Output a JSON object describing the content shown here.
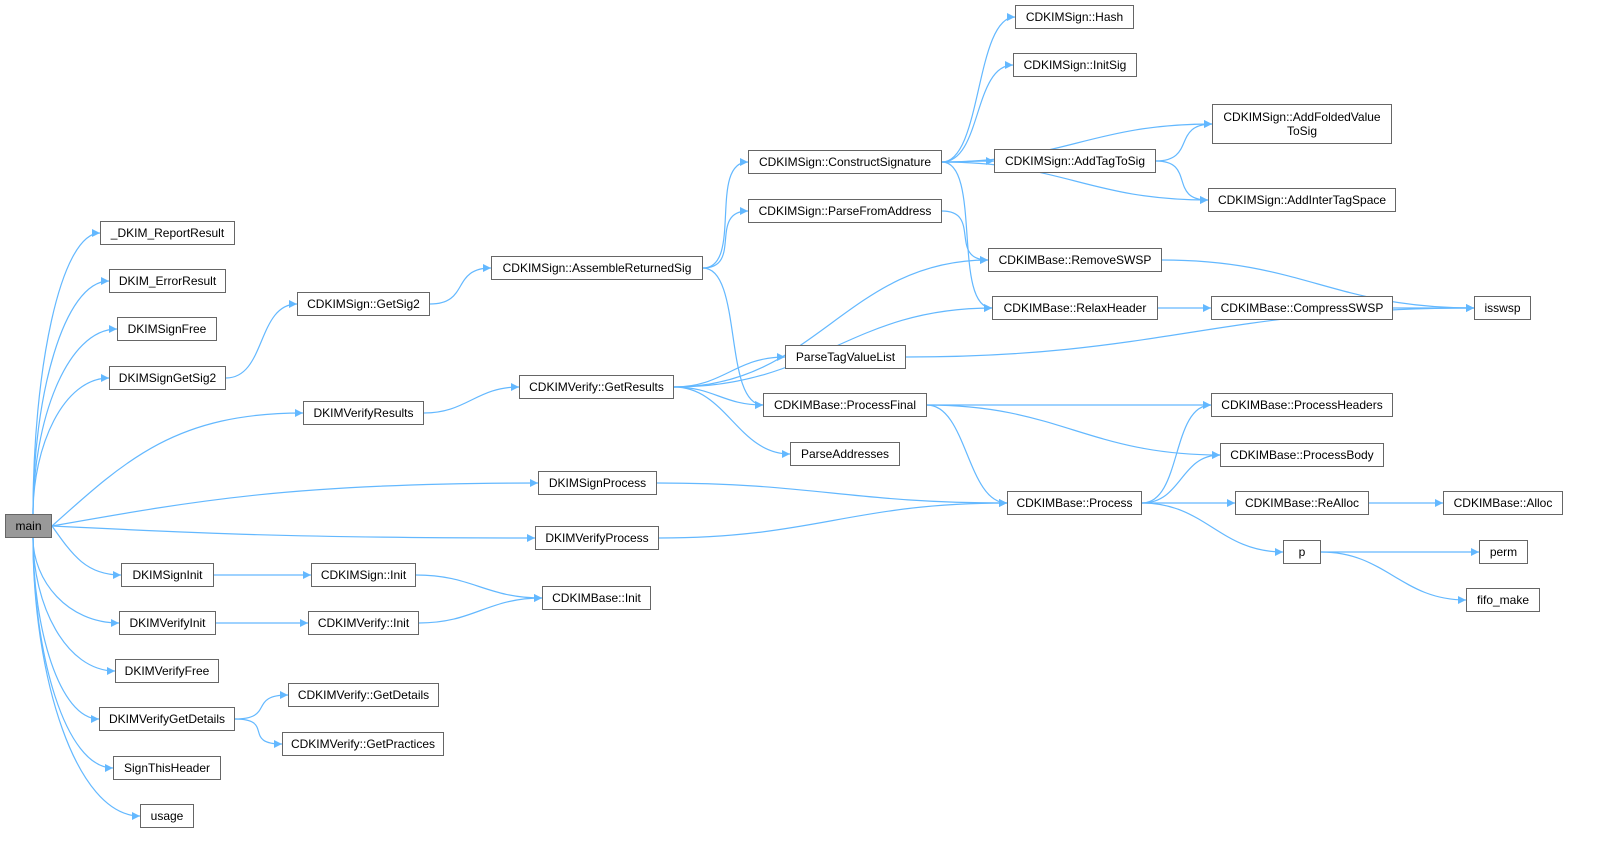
{
  "colors": {
    "edge": "#63b8ff",
    "node_border": "#666666",
    "root_fill": "#999999",
    "node_fill": "#ffffff"
  },
  "nodes": [
    {
      "id": "main",
      "label": "main",
      "root": true
    },
    {
      "id": "reportresult",
      "label": "_DKIM_ReportResult"
    },
    {
      "id": "errorresult",
      "label": "DKIM_ErrorResult"
    },
    {
      "id": "signfree",
      "label": "DKIMSignFree"
    },
    {
      "id": "signgetsig2",
      "label": "DKIMSignGetSig2"
    },
    {
      "id": "verifyresults",
      "label": "DKIMVerifyResults"
    },
    {
      "id": "signprocess",
      "label": "DKIMSignProcess"
    },
    {
      "id": "verifyprocess",
      "label": "DKIMVerifyProcess"
    },
    {
      "id": "signinit",
      "label": "DKIMSignInit"
    },
    {
      "id": "verifyinit",
      "label": "DKIMVerifyInit"
    },
    {
      "id": "verifyfree",
      "label": "DKIMVerifyFree"
    },
    {
      "id": "verifygetdetails",
      "label": "DKIMVerifyGetDetails"
    },
    {
      "id": "signthisheader",
      "label": "SignThisHeader"
    },
    {
      "id": "usage",
      "label": "usage"
    },
    {
      "id": "cs_getsig2",
      "label": "CDKIMSign::GetSig2"
    },
    {
      "id": "cs_assemble",
      "label": "CDKIMSign::AssembleReturnedSig"
    },
    {
      "id": "cv_getresults",
      "label": "CDKIMVerify::GetResults"
    },
    {
      "id": "cs_init",
      "label": "CDKIMSign::Init"
    },
    {
      "id": "cv_init",
      "label": "CDKIMVerify::Init"
    },
    {
      "id": "cb_init",
      "label": "CDKIMBase::Init"
    },
    {
      "id": "cv_getdetails",
      "label": "CDKIMVerify::GetDetails"
    },
    {
      "id": "cv_getpractices",
      "label": "CDKIMVerify::GetPractices"
    },
    {
      "id": "cs_construct",
      "label": "CDKIMSign::ConstructSignature"
    },
    {
      "id": "cs_parsefrom",
      "label": "CDKIMSign::ParseFromAddress"
    },
    {
      "id": "parsetag",
      "label": "ParseTagValueList"
    },
    {
      "id": "cb_processfinal",
      "label": "CDKIMBase::ProcessFinal"
    },
    {
      "id": "parseaddresses",
      "label": "ParseAddresses"
    },
    {
      "id": "cs_hash",
      "label": "CDKIMSign::Hash"
    },
    {
      "id": "cs_initsig",
      "label": "CDKIMSign::InitSig"
    },
    {
      "id": "cs_addfolded",
      "label": "CDKIMSign::AddFoldedValue\nToSig"
    },
    {
      "id": "cs_addtag",
      "label": "CDKIMSign::AddTagToSig"
    },
    {
      "id": "cs_addinter",
      "label": "CDKIMSign::AddInterTagSpace"
    },
    {
      "id": "cb_removeswsp",
      "label": "CDKIMBase::RemoveSWSP"
    },
    {
      "id": "cb_relaxheader",
      "label": "CDKIMBase::RelaxHeader"
    },
    {
      "id": "cb_compressswsp",
      "label": "CDKIMBase::CompressSWSP"
    },
    {
      "id": "isswsp",
      "label": "isswsp"
    },
    {
      "id": "cb_processheaders",
      "label": "CDKIMBase::ProcessHeaders"
    },
    {
      "id": "cb_processbody",
      "label": "CDKIMBase::ProcessBody"
    },
    {
      "id": "cb_process",
      "label": "CDKIMBase::Process"
    },
    {
      "id": "cb_realloc",
      "label": "CDKIMBase::ReAlloc"
    },
    {
      "id": "cb_alloc",
      "label": "CDKIMBase::Alloc"
    },
    {
      "id": "p",
      "label": "p"
    },
    {
      "id": "perm",
      "label": "perm"
    },
    {
      "id": "fifo_make",
      "label": "fifo_make"
    }
  ],
  "edges": [
    [
      "main",
      "reportresult"
    ],
    [
      "main",
      "errorresult"
    ],
    [
      "main",
      "signfree"
    ],
    [
      "main",
      "signgetsig2"
    ],
    [
      "main",
      "verifyresults"
    ],
    [
      "main",
      "signprocess"
    ],
    [
      "main",
      "verifyprocess"
    ],
    [
      "main",
      "signinit"
    ],
    [
      "main",
      "verifyinit"
    ],
    [
      "main",
      "verifyfree"
    ],
    [
      "main",
      "verifygetdetails"
    ],
    [
      "main",
      "signthisheader"
    ],
    [
      "main",
      "usage"
    ],
    [
      "signgetsig2",
      "cs_getsig2"
    ],
    [
      "cs_getsig2",
      "cs_assemble"
    ],
    [
      "cs_assemble",
      "cs_construct"
    ],
    [
      "cs_assemble",
      "cs_parsefrom"
    ],
    [
      "cs_assemble",
      "cb_processfinal"
    ],
    [
      "verifyresults",
      "cv_getresults"
    ],
    [
      "cv_getresults",
      "cb_removeswsp"
    ],
    [
      "cv_getresults",
      "cb_relaxheader"
    ],
    [
      "cv_getresults",
      "parsetag"
    ],
    [
      "cv_getresults",
      "cb_processfinal"
    ],
    [
      "cv_getresults",
      "parseaddresses"
    ],
    [
      "signprocess",
      "cb_process"
    ],
    [
      "verifyprocess",
      "cb_process"
    ],
    [
      "signinit",
      "cs_init"
    ],
    [
      "cs_init",
      "cb_init"
    ],
    [
      "verifyinit",
      "cv_init"
    ],
    [
      "cv_init",
      "cb_init"
    ],
    [
      "verifygetdetails",
      "cv_getdetails"
    ],
    [
      "verifygetdetails",
      "cv_getpractices"
    ],
    [
      "cs_construct",
      "cs_hash"
    ],
    [
      "cs_construct",
      "cs_initsig"
    ],
    [
      "cs_construct",
      "cs_addfolded"
    ],
    [
      "cs_construct",
      "cs_addtag"
    ],
    [
      "cs_construct",
      "cs_addinter"
    ],
    [
      "cs_construct",
      "cb_relaxheader"
    ],
    [
      "cs_addtag",
      "cs_addfolded"
    ],
    [
      "cs_addtag",
      "cs_addinter"
    ],
    [
      "cs_parsefrom",
      "cb_removeswsp"
    ],
    [
      "cb_removeswsp",
      "isswsp"
    ],
    [
      "cb_relaxheader",
      "cb_compressswsp"
    ],
    [
      "cb_compressswsp",
      "isswsp"
    ],
    [
      "parsetag",
      "isswsp"
    ],
    [
      "cb_processfinal",
      "cb_processheaders"
    ],
    [
      "cb_processfinal",
      "cb_processbody"
    ],
    [
      "cb_processfinal",
      "cb_process"
    ],
    [
      "cb_process",
      "cb_processheaders"
    ],
    [
      "cb_process",
      "cb_processbody"
    ],
    [
      "cb_process",
      "cb_realloc"
    ],
    [
      "cb_process",
      "p"
    ],
    [
      "cb_realloc",
      "cb_alloc"
    ],
    [
      "p",
      "perm"
    ],
    [
      "p",
      "fifo_make"
    ]
  ]
}
